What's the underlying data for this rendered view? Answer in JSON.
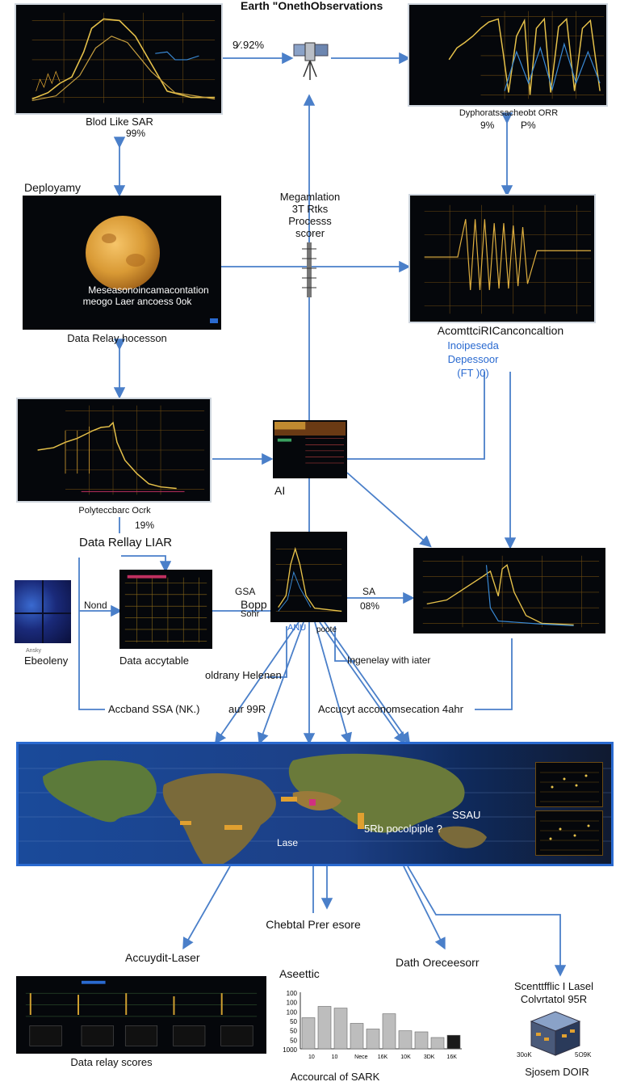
{
  "title": "Earth \"OnethObservations",
  "labels": {
    "sat_pct": "9⁄.92%",
    "blod_sar": "Blod Like SAR",
    "blod_sar_pct": "99%",
    "depl_top": "Dyphoratssacheobt ORR",
    "depl_top_pct1": "9%",
    "depl_top_pct2": "P%",
    "deployamy": "Deployamy",
    "megamlation_1": "Megamlation",
    "megamlation_2": "3T Rtks",
    "megamlation_3": "Processs",
    "megamlation_4": "scorer",
    "moon_cap_1": "Meseasonoincamacontation",
    "moon_cap_2": "meogo Laer ancoess 0ok",
    "relay_hocesson": "Data Relay hocesson",
    "acomt_1": "AcomttciRICanconcaltion",
    "acomt_2": "Inoipeseda",
    "acomt_3": "Depessoor",
    "acomt_4": "(FT )0)",
    "ai": "AI",
    "poly_cap": "Polyteccbarc Ocrk",
    "poly_pct": "19%",
    "relay_liar": "Data Rellay LIAR",
    "nond": "Nond",
    "gsa": "GSA",
    "bopp": "Bopp",
    "sohr": "Sohr",
    "sa": "SA",
    "pct_08": "08%",
    "ebeoleny": "Ebeoleny",
    "acytable": "Data accytable",
    "anu": "ANU",
    "poote": "poote",
    "oldrany": "oldrany Helenen",
    "ingenelay": "Ingenelay with iater",
    "accband": "Accband SSA (NK.)",
    "aur99r": "aur 99R",
    "accucyt": "Accucyt acconomsecation 4ahr",
    "map_ssau": "SSAU",
    "map_srb": "5Rb pocolpiple ?",
    "map_lase": "Lase",
    "chebtal": "Chebtal Prer esore",
    "accuydt": "Accuydit-Laser",
    "dath": "Dath Oreceesorr",
    "aseettic": "Aseettic",
    "sci_1": "Scenttfflic I Lasel",
    "sci_2": "Colvrtatol 95R",
    "relay_scores": "Data relay scores",
    "accourcal": "Accourcal of SARK",
    "sjosem": "Sjosem DOIR",
    "cube_a": "30oK",
    "cube_b": "5O9K"
  },
  "bar_chart": {
    "yticks": [
      "100",
      "100",
      "100",
      "50",
      "50",
      "50",
      "1000"
    ],
    "xticks": [
      "10",
      "10",
      "Nece",
      "16K",
      "10K",
      "3DK",
      "16K"
    ],
    "values": [
      0.55,
      0.75,
      0.72,
      0.45,
      0.35,
      0.62,
      0.32,
      0.3,
      0.2,
      0.24
    ],
    "colors": [
      "#bdbdbd",
      "#bdbdbd",
      "#bdbdbd",
      "#bdbdbd",
      "#bdbdbd",
      "#bdbdbd",
      "#bdbdbd",
      "#bdbdbd",
      "#bdbdbd",
      "#1a1a1a"
    ]
  },
  "colors": {
    "arrow": "#4a7fc9",
    "panel_bg": "#05070b",
    "line_yellow": "#e7c24a",
    "line_blue": "#3a8ad6",
    "grid_orange": "#9a6a1a"
  }
}
